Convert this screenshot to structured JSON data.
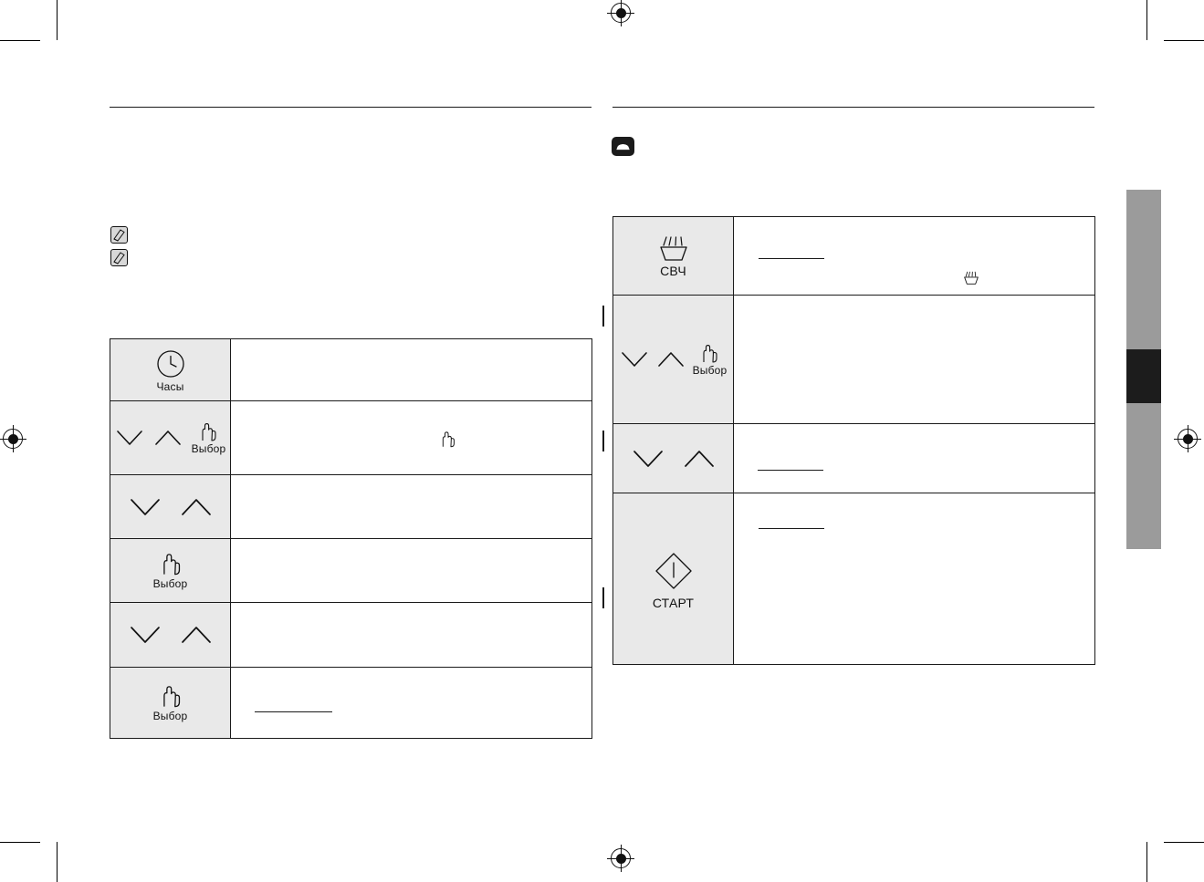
{
  "document": {
    "type": "manual-spread",
    "language": "ru"
  },
  "side_tab": {
    "label": ""
  },
  "notes": [
    {
      "icon": "note-pencil-icon",
      "text": ""
    },
    {
      "icon": "note-pencil-icon",
      "text": ""
    }
  ],
  "left_page": {
    "table": {
      "rows": [
        {
          "key": {
            "icon": "clock-icon",
            "label": "Часы"
          },
          "description": ""
        },
        {
          "key": {
            "icon": "down-chevron-up-chevron-hand-icon",
            "label": "Выбор"
          },
          "description": "",
          "inline_icon": "hand-select-icon"
        },
        {
          "key": {
            "icon": "down-chevron-up-chevron-icon",
            "label": ""
          },
          "description": ""
        },
        {
          "key": {
            "icon": "hand-select-icon",
            "label": "Выбор"
          },
          "description": ""
        },
        {
          "key": {
            "icon": "down-chevron-up-chevron-icon",
            "label": ""
          },
          "description": ""
        },
        {
          "key": {
            "icon": "hand-select-icon",
            "label": "Выбор"
          },
          "description": "",
          "underline": true
        }
      ]
    }
  },
  "right_page": {
    "header_icon": "microwave-badge-icon",
    "table": {
      "rows": [
        {
          "key": {
            "icon": "microwave-icon",
            "label": "СВЧ"
          },
          "description": "",
          "underline": true,
          "inline_icon": "microwave-small-icon"
        },
        {
          "key": {
            "icon": "down-chevron-up-chevron-hand-icon",
            "label": "Выбор"
          },
          "description": ""
        },
        {
          "key": {
            "icon": "down-chevron-up-chevron-icon",
            "label": ""
          },
          "description": "",
          "underline": true
        },
        {
          "key": {
            "icon": "start-icon",
            "label": "СТАРТ"
          },
          "description": "",
          "underline": true
        }
      ]
    }
  }
}
